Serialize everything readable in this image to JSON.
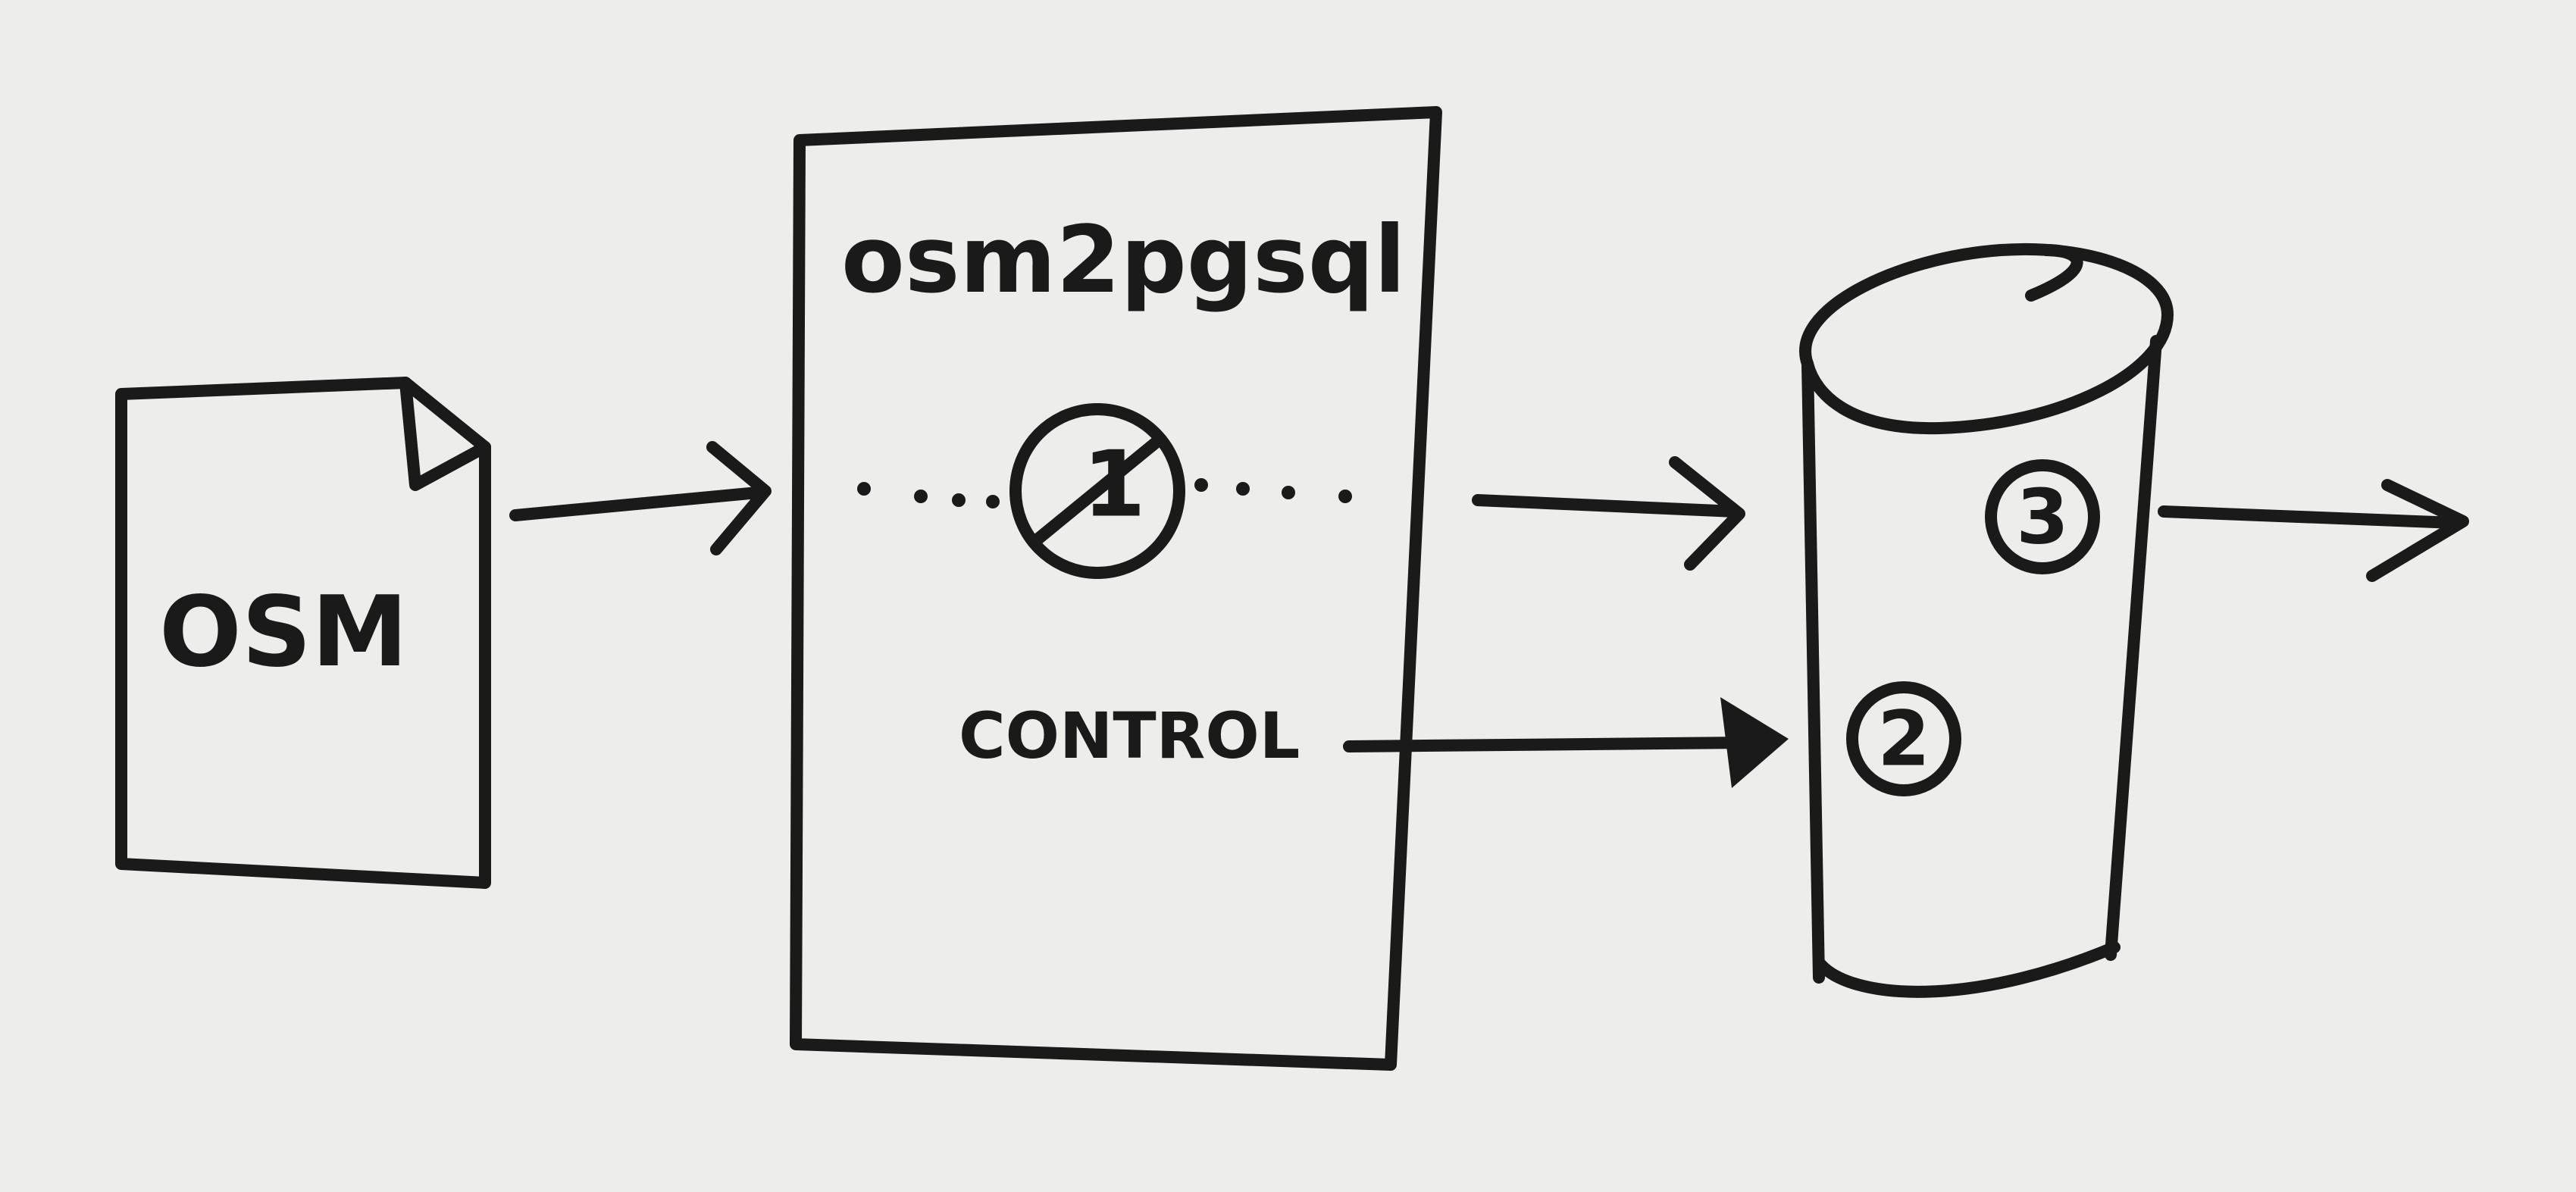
{
  "nodes": {
    "input_file": {
      "label": "OSM"
    },
    "processor": {
      "label": "osm2pgsql",
      "step_marker": "1",
      "control_label": "CONTROL"
    },
    "database": {
      "marker_middle": "2",
      "marker_top": "3"
    }
  },
  "colors": {
    "ink": "#1a1a1a",
    "paper": "#ededeb"
  }
}
